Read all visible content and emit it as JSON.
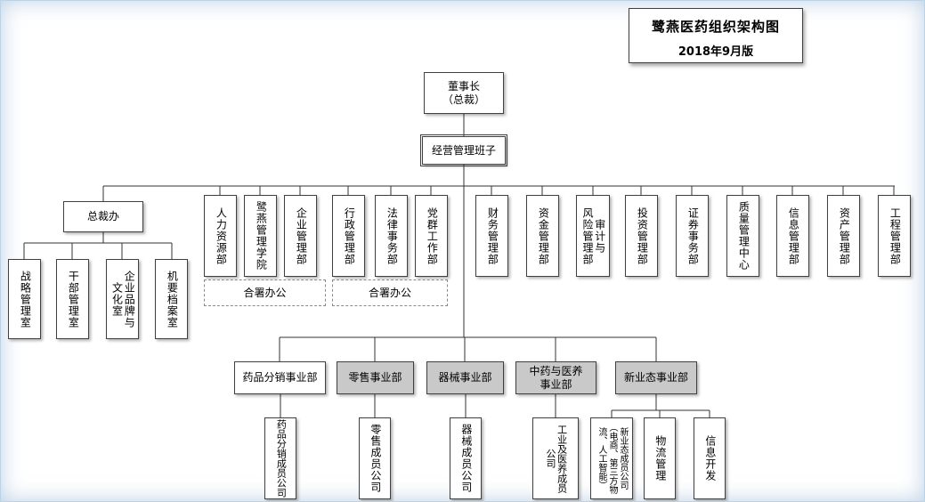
{
  "title": {
    "line1": "鹭燕医药组织架构图",
    "line2": "2018年9月版"
  },
  "chairman": {
    "line1": "董事长",
    "line2": "（总裁）"
  },
  "management_team": {
    "label": "经营管理班子"
  },
  "president_office": {
    "label": "总裁办",
    "children": [
      "战略管理室",
      "干部管理室",
      "企业品牌与\n文化室",
      "机要档案室"
    ]
  },
  "departments": [
    "人力资源部",
    "鹭燕管理学院",
    "企业管理部",
    "行政管理部",
    "法律事务部",
    "党群工作部",
    "财务管理部",
    "资金管理部",
    "审计与\n风险管理部",
    "投资管理部",
    "证券事务部",
    "质量管理中心",
    "信息管理部",
    "资产管理部",
    "工程管理部"
  ],
  "joint_office": {
    "label_left": "合署办公",
    "label_right": "合署办公"
  },
  "divisions": {
    "pharma_distribution": {
      "label": "药品分销事业部",
      "child": "药品分销成员公司"
    },
    "retail": {
      "label": "零售事业部",
      "child": "零售成员公司"
    },
    "devices": {
      "label": "器械事业部",
      "child": "器械成员公司"
    },
    "tcm": {
      "label": "中药与医养\n事业部",
      "child": "工业及医养成员\n公司"
    },
    "new_business": {
      "label": "新业态事业部",
      "children": [
        "新业态成员公司\n（电商、第三方物\n流、人工智能）",
        "物流管理",
        "信息开发"
      ]
    }
  },
  "colors": {
    "box_fill": "#ffffff",
    "gray_fill": "#c9c9c9",
    "border": "#404040",
    "line": "#333333"
  }
}
